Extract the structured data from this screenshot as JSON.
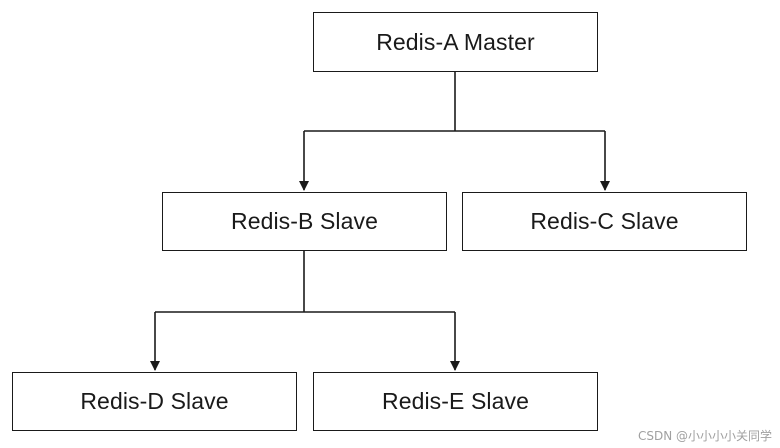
{
  "diagram": {
    "nodes": [
      {
        "id": "a",
        "label": "Redis-A Master"
      },
      {
        "id": "b",
        "label": "Redis-B Slave"
      },
      {
        "id": "c",
        "label": "Redis-C Slave"
      },
      {
        "id": "d",
        "label": "Redis-D Slave"
      },
      {
        "id": "e",
        "label": "Redis-E Slave"
      }
    ],
    "edges": [
      {
        "from": "Redis-A Master",
        "to": "Redis-B Slave"
      },
      {
        "from": "Redis-A Master",
        "to": "Redis-C Slave"
      },
      {
        "from": "Redis-B Slave",
        "to": "Redis-D Slave"
      },
      {
        "from": "Redis-B Slave",
        "to": "Redis-E Slave"
      }
    ]
  },
  "watermark": "CSDN @小小小小关同学",
  "colors": {
    "line": "#1a1a1a",
    "background": "#ffffff",
    "watermark": "#a0a0a0"
  }
}
